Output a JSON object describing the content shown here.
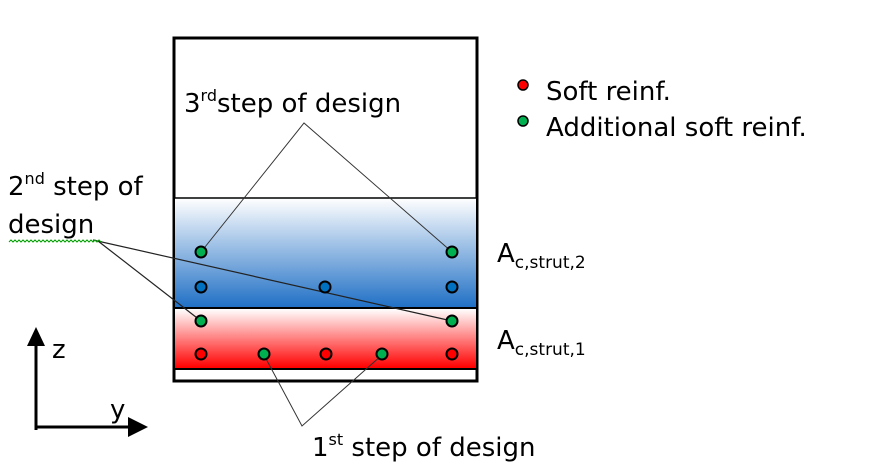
{
  "colors": {
    "soft_reinf": "#ff0000",
    "additional_reinf": "#00b050",
    "existing_reinf_blue": "#0070c0",
    "strut2_gradient_top": "#ffffff",
    "strut2_gradient_bottom": "#1f6fc5",
    "strut1_gradient_top": "#ffffff",
    "strut1_gradient_bottom": "#ff0000",
    "outline": "#000000"
  },
  "legend": {
    "items": [
      {
        "label": "Soft reinf.",
        "color": "#ff0000"
      },
      {
        "label": "Additional soft reinf.",
        "color": "#00b050"
      }
    ]
  },
  "steps": {
    "first": {
      "num": "1",
      "sup": "st",
      "text": " step of design"
    },
    "second": {
      "num": "2",
      "sup": "nd",
      "text_line1": " step of",
      "text_line2": "design"
    },
    "third": {
      "num": "3",
      "sup": "rd",
      "text": "step of design"
    }
  },
  "areas": {
    "strut2": {
      "main": "A",
      "sub": "c,strut,2"
    },
    "strut1": {
      "main": "A",
      "sub": "c,strut,1"
    }
  },
  "axes": {
    "z_label": "z",
    "y_label": "y"
  },
  "reinforcement": {
    "strut2_row_top": [
      "green",
      "green"
    ],
    "strut2_row_bottom": [
      "blue",
      "blue",
      "blue"
    ],
    "strut1_row_top": [
      "green",
      "green"
    ],
    "strut1_row_bottom": [
      "red",
      "green",
      "red",
      "green",
      "red"
    ]
  }
}
